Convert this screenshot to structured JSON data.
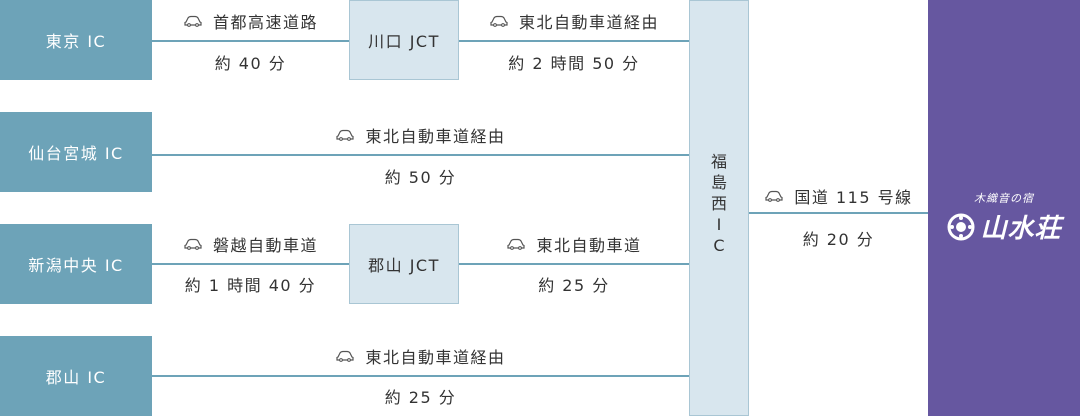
{
  "starts": [
    "東京 IC",
    "仙台宮城 IC",
    "新潟中央 IC",
    "郡山 IC"
  ],
  "jct": [
    "川口 JCT",
    "郡山 JCT"
  ],
  "routes": {
    "r1a": "首都高速道路",
    "r1b": "東北自動車道経由",
    "r2": "東北自動車道経由",
    "r3a": "磐越自動車道",
    "r3b": "東北自動車道",
    "r4": "東北自動車道経由",
    "r5": "国道 115 号線"
  },
  "times": {
    "t1a": "約 40 分",
    "t1b": "約 2 時間 50 分",
    "t2": "約 50 分",
    "t3a": "約 1 時間 40 分",
    "t3b": "約 25 分",
    "t4": "約 25 分",
    "t5": "約 20 分"
  },
  "exit": {
    "chars": [
      "福",
      "島",
      "西",
      "I",
      "C"
    ]
  },
  "destination": {
    "tagline": "木織音の宿",
    "name": "山水荘"
  },
  "icons": {
    "route": "car-icon",
    "logo": "crest-icon"
  },
  "colors": {
    "start": "#6da3b8",
    "jct": "#d8e6ee",
    "line": "#6da3b8",
    "destination": "#6657a0"
  }
}
